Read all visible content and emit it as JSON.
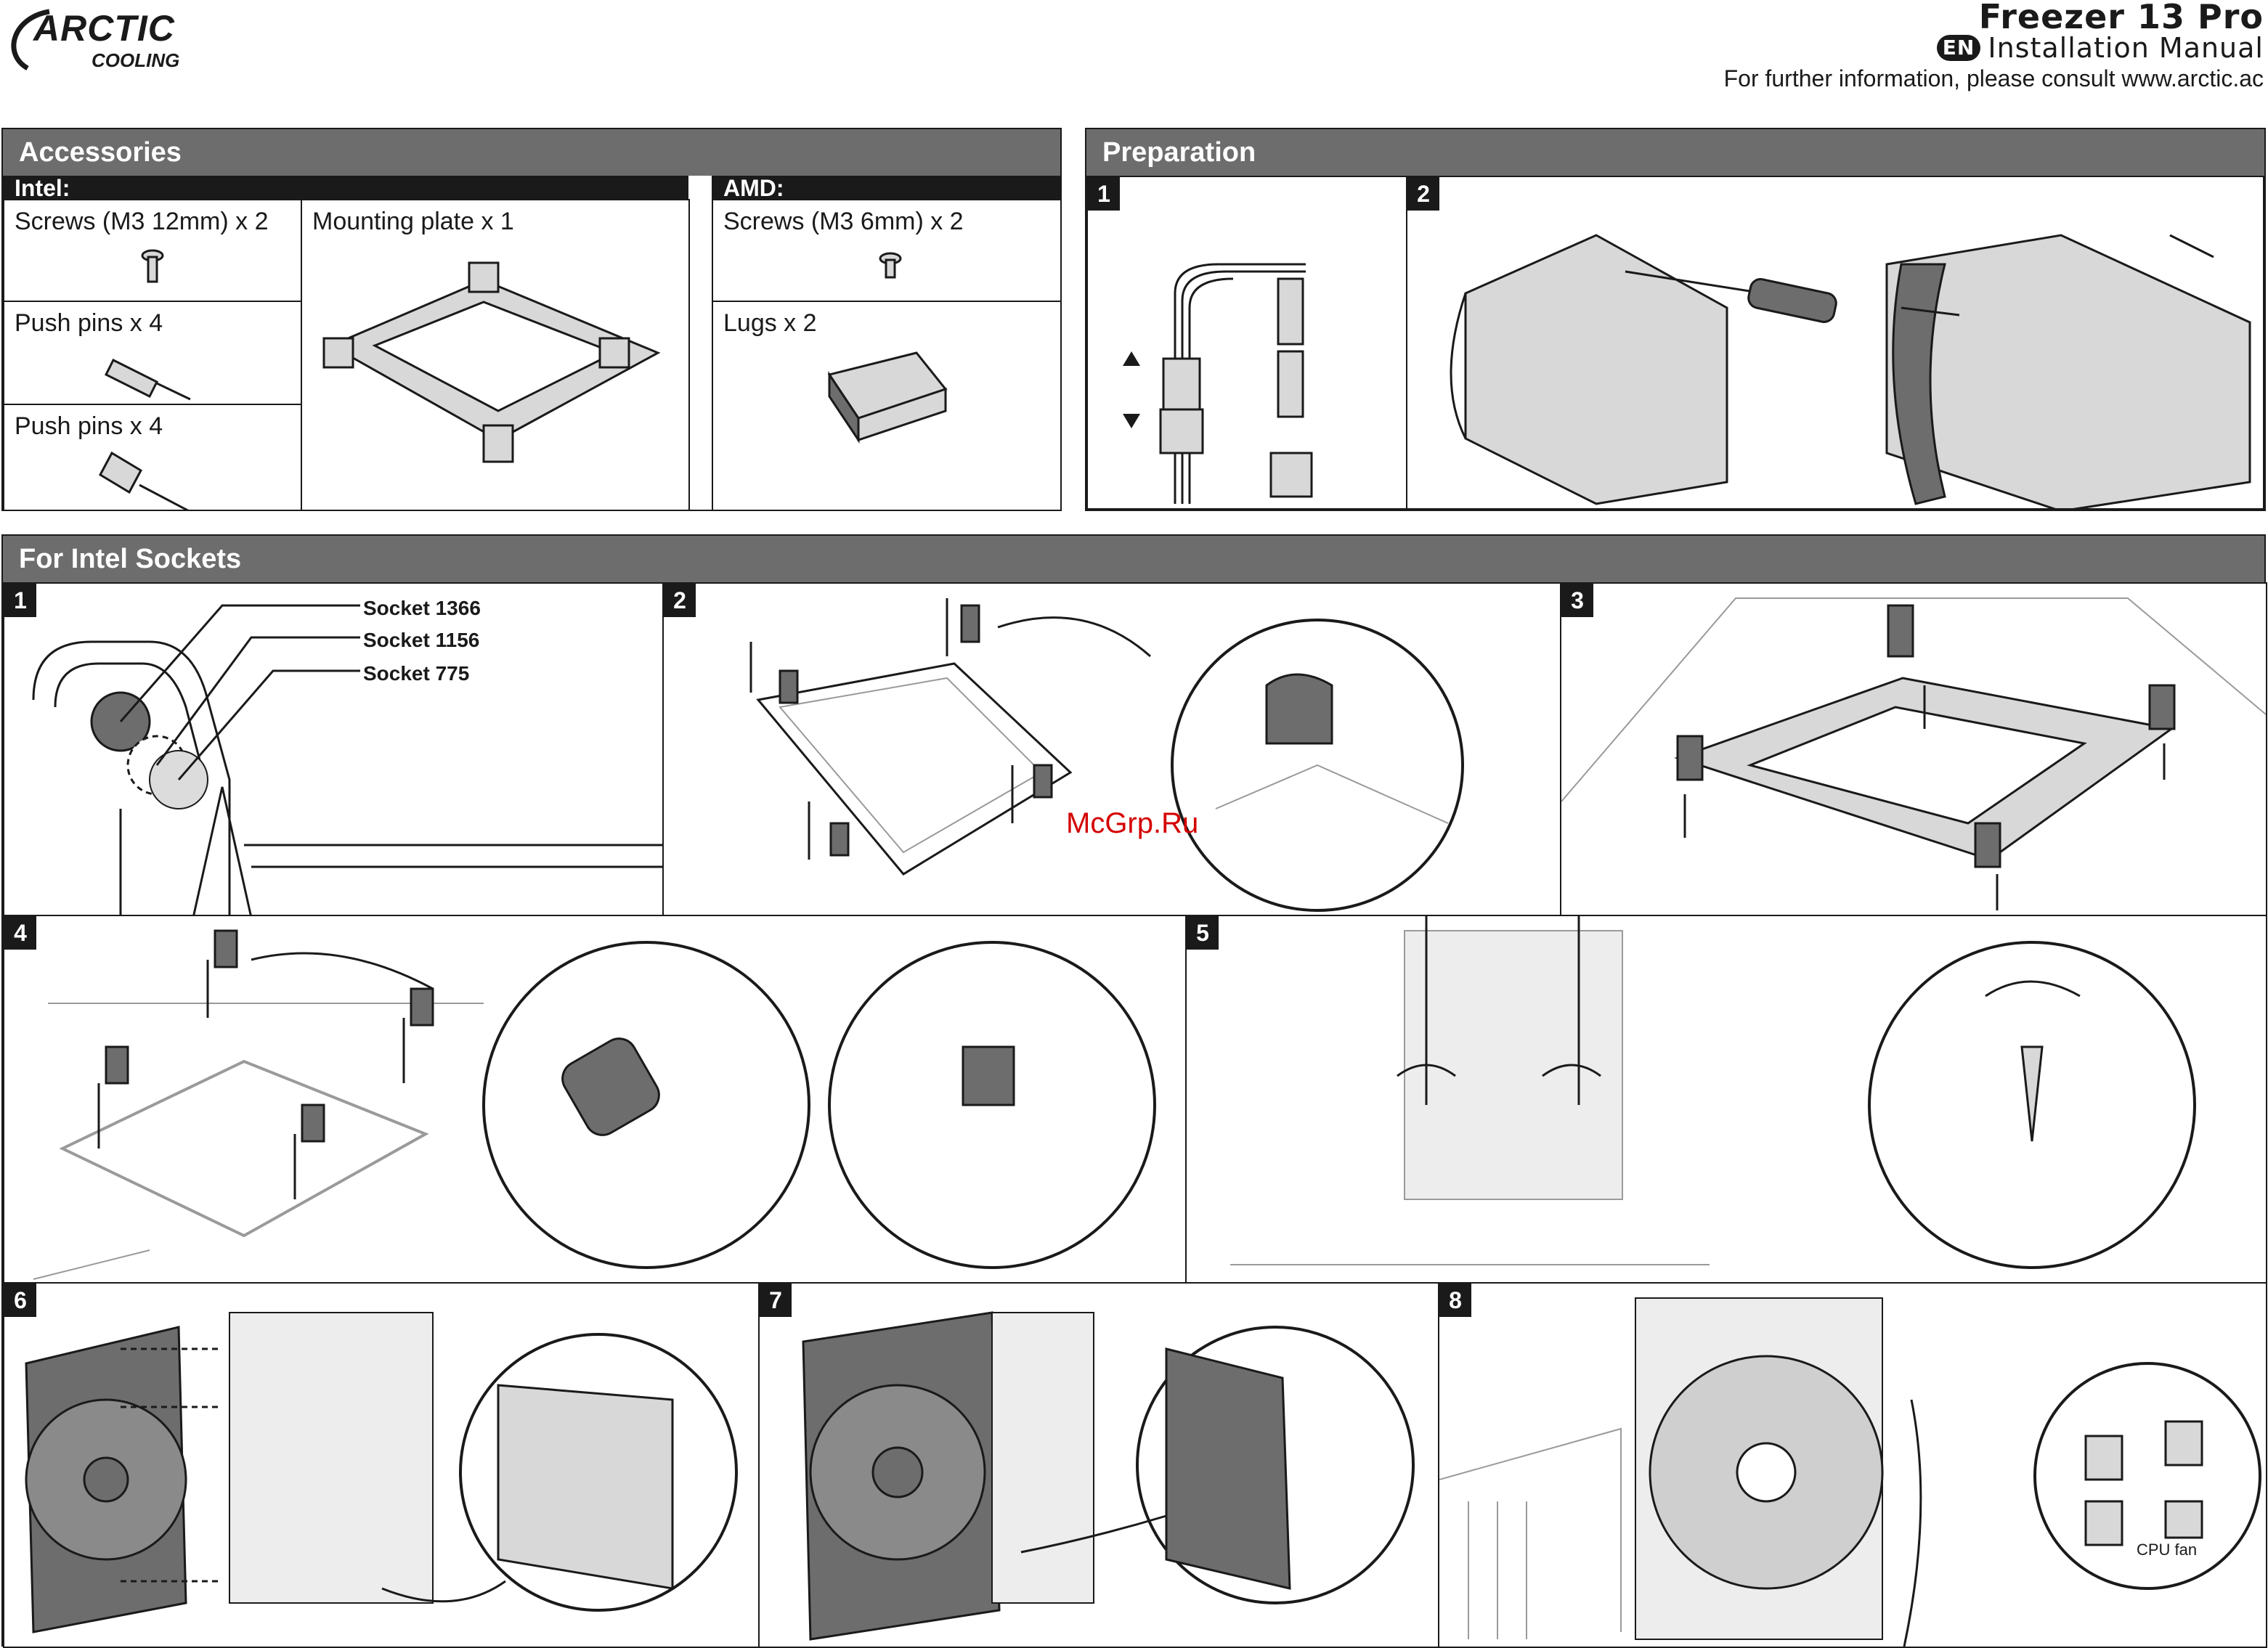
{
  "brand": {
    "logo_text": "ARCTIC",
    "logo_sub": "COOLING"
  },
  "header": {
    "title": "Freezer 13 Pro",
    "lang_badge": "EN",
    "subtitle": "Installation Manual",
    "info": "For further information, please consult www.arctic.ac"
  },
  "accessories": {
    "title": "Accessories",
    "intel_label": "Intel:",
    "amd_label": "AMD:",
    "intel_items": [
      "Screws (M3 12mm) x 2",
      "Push pins x 4",
      "Push pins x 4",
      "Mounting plate x 1"
    ],
    "amd_items": [
      "Screws (M3 6mm) x 2",
      "Lugs x 2"
    ]
  },
  "preparation": {
    "title": "Preparation",
    "steps": [
      "1",
      "2"
    ]
  },
  "intel_sockets": {
    "title": "For Intel Sockets",
    "steps": [
      "1",
      "2",
      "3",
      "4",
      "5",
      "6",
      "7",
      "8"
    ],
    "socket_labels": [
      "Socket 1366",
      "Socket 1156",
      "Socket 775"
    ],
    "cpu_fan_label": "CPU fan"
  },
  "watermark": "McGrp.Ru"
}
